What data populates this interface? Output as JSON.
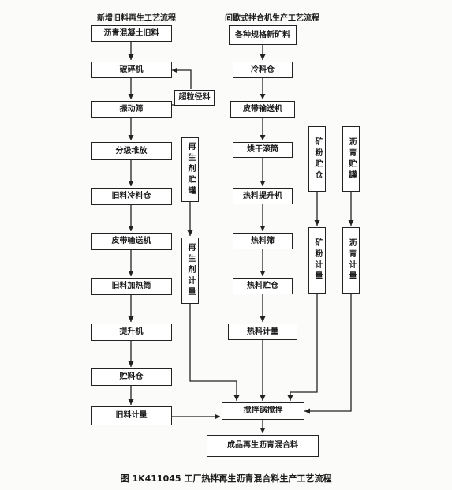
{
  "headings": {
    "left": "新增旧料再生工艺流程",
    "right": "间歇式拌合机生产工艺流程"
  },
  "left_column": [
    "沥青混凝土旧料",
    "破碎机",
    "振动筛",
    "分级堆放",
    "旧料冷料仓",
    "皮带输送机",
    "旧料加热筒",
    "提升机",
    "贮料仓",
    "旧料计量"
  ],
  "oversize": "超粒径料",
  "regen_storage": "再生剂贮罐",
  "regen_meter": "再生剂计量",
  "middle_column": [
    "各种规格新矿料",
    "冷料仓",
    "皮带输送机",
    "烘干滚筒",
    "热料提升机",
    "热料筛",
    "热料贮仓",
    "热料计量"
  ],
  "mineral_storage": "矿粉贮仓",
  "mineral_meter": "矿粉计量",
  "asphalt_storage": "沥青贮罐",
  "asphalt_meter": "沥青计量",
  "mixer": "搅拌锅搅拌",
  "product": "成品再生沥青混合料",
  "caption": "图 1K411045   工厂热拌再生沥青混合料生产工艺流程"
}
